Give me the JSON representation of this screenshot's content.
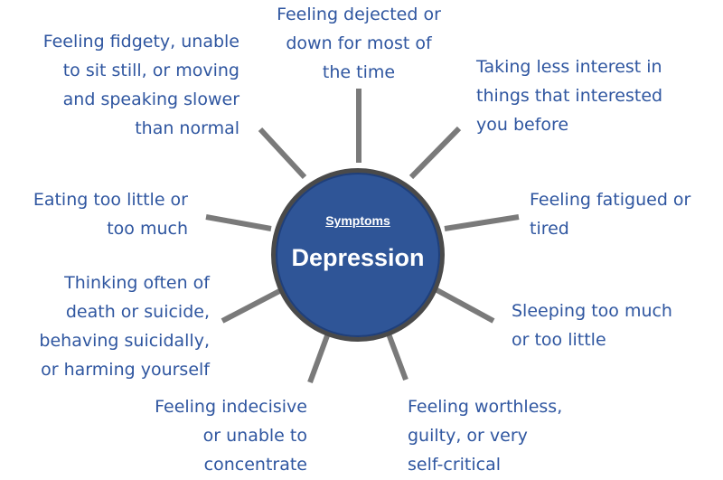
{
  "hub": {
    "subtitle": "Symptoms",
    "title": "Depression",
    "color": "#2f5597"
  },
  "label_color": "#2f56a0",
  "spoke_color": "#7a7a7a",
  "symptoms": [
    {
      "id": "dejected",
      "lines": [
        "Feeling dejected or",
        "down for most of",
        "the time"
      ]
    },
    {
      "id": "interest",
      "lines": [
        "Taking less interest in",
        "things that interested",
        "you before"
      ]
    },
    {
      "id": "fatigue",
      "lines": [
        "Feeling fatigued or",
        "tired"
      ]
    },
    {
      "id": "sleep",
      "lines": [
        "Sleeping too much",
        "or too little"
      ]
    },
    {
      "id": "worthless",
      "lines": [
        "Feeling worthless,",
        "guilty, or very",
        "self-critical"
      ]
    },
    {
      "id": "indecisive",
      "lines": [
        "Feeling indecisive",
        "or unable to",
        "concentrate"
      ]
    },
    {
      "id": "suicide",
      "lines": [
        "Thinking often of",
        "death or suicide,",
        "behaving suicidally,",
        "or harming yourself"
      ]
    },
    {
      "id": "eating",
      "lines": [
        "Eating too little or",
        "too much"
      ]
    },
    {
      "id": "fidgety",
      "lines": [
        "Feeling fidgety, unable",
        "to sit still, or moving",
        "and speaking slower",
        "than normal"
      ]
    }
  ]
}
